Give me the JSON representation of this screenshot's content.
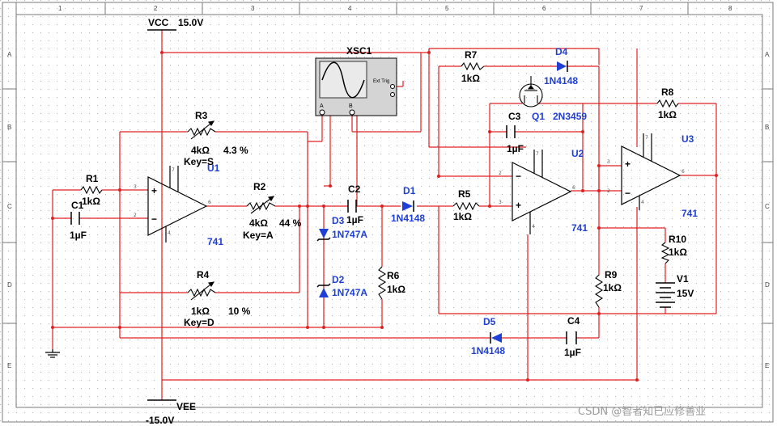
{
  "border": {
    "columns": [
      "1",
      "2",
      "3",
      "4",
      "5",
      "6",
      "7",
      "8"
    ],
    "rows": [
      "A",
      "B",
      "C",
      "D",
      "E"
    ]
  },
  "power": {
    "vcc_name": "VCC",
    "vcc_value": "15.0V",
    "vee_name": "VEE",
    "vee_value": "-15.0V"
  },
  "oscilloscope": {
    "name": "XSC1",
    "ext_trig": "Ext Trig",
    "ch_a": "A",
    "ch_b": "B"
  },
  "components": {
    "r1": {
      "ref": "R1",
      "value": "1kΩ"
    },
    "c1": {
      "ref": "C1",
      "value": "1µF"
    },
    "u1": {
      "ref": "U1",
      "model": "741"
    },
    "r3": {
      "ref": "R3",
      "value": "4kΩ",
      "percent": "4.3 %",
      "key": "Key=S"
    },
    "r2": {
      "ref": "R2",
      "value": "4kΩ",
      "percent": "44 %",
      "key": "Key=A"
    },
    "r4": {
      "ref": "R4",
      "value": "1kΩ",
      "percent": "10 %",
      "key": "Key=D"
    },
    "c2": {
      "ref": "C2",
      "value": "1µF"
    },
    "d1": {
      "ref": "D1",
      "model": "1N4148"
    },
    "d3": {
      "ref": "D3",
      "model": "1N747A"
    },
    "d2": {
      "ref": "D2",
      "model": "1N747A"
    },
    "r6": {
      "ref": "R6",
      "value": "1kΩ"
    },
    "r5": {
      "ref": "R5",
      "value": "1kΩ"
    },
    "r7": {
      "ref": "R7",
      "value": "1kΩ"
    },
    "d4": {
      "ref": "D4",
      "model": "1N4148"
    },
    "q1": {
      "ref": "Q1",
      "model": "2N3459"
    },
    "c3": {
      "ref": "C3",
      "value": "1µF"
    },
    "u2": {
      "ref": "U2",
      "model": "741"
    },
    "r8": {
      "ref": "R8",
      "value": "1kΩ"
    },
    "u3": {
      "ref": "U3",
      "model": "741"
    },
    "r10": {
      "ref": "R10",
      "value": "1kΩ"
    },
    "v1": {
      "ref": "V1",
      "value": "15V"
    },
    "r9": {
      "ref": "R9",
      "value": "1kΩ"
    },
    "d5": {
      "ref": "D5",
      "model": "1N4148"
    },
    "c4": {
      "ref": "C4",
      "value": "1µF"
    }
  },
  "pins": {
    "p2": "2",
    "p3": "3",
    "p4": "4",
    "p6": "6",
    "p7": "7"
  },
  "watermark": "CSDN @智者知已应修善业",
  "colors": {
    "wire": "#e02020",
    "text": "#000000",
    "ref": "#1f3fd6",
    "grid": "#b0b0b0",
    "body": "#000000"
  }
}
